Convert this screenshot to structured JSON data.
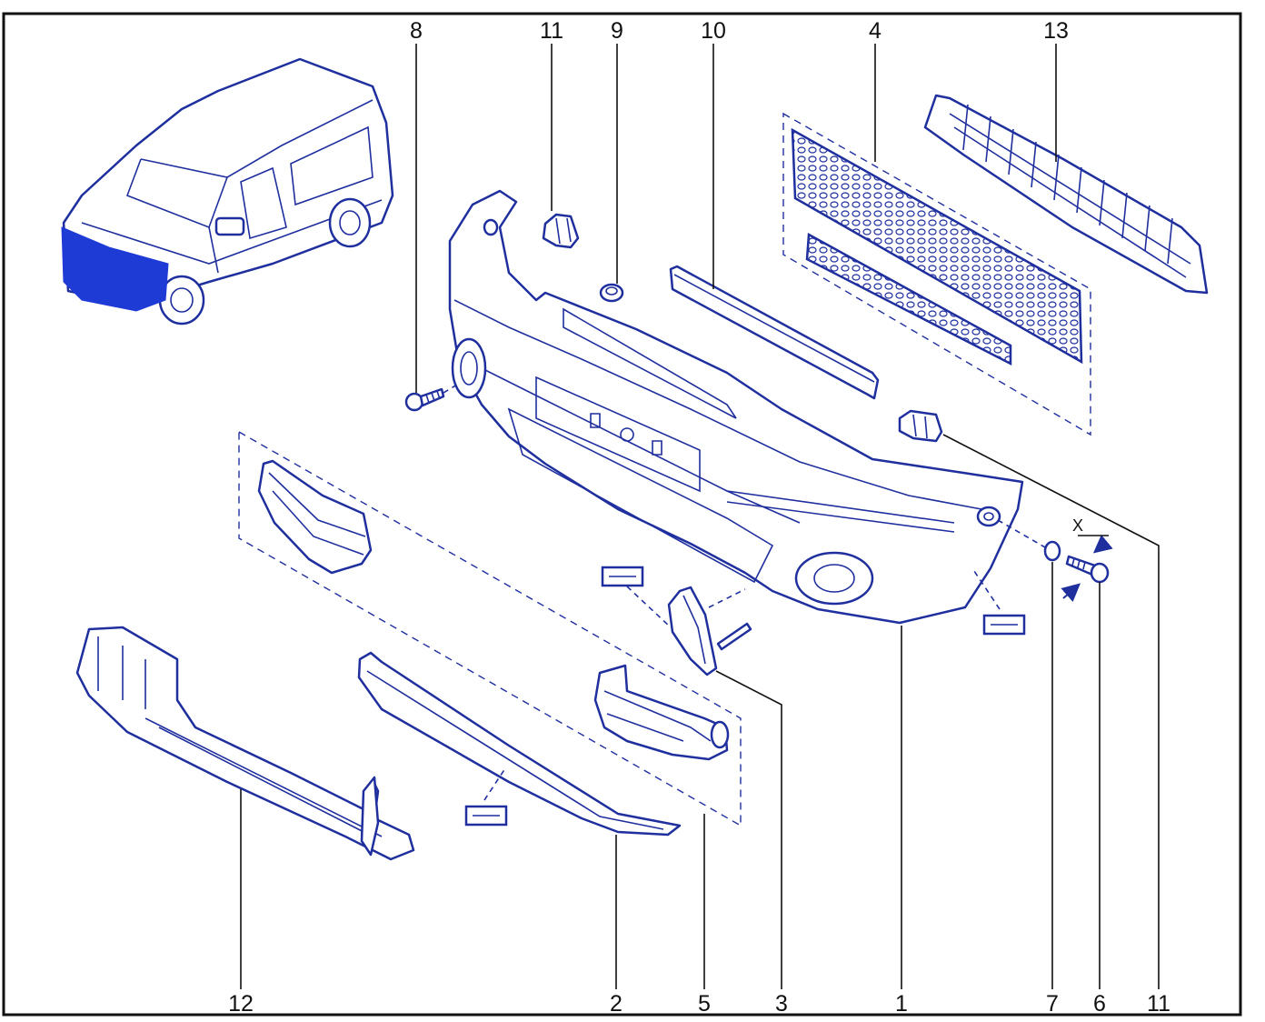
{
  "diagram": {
    "part_numbers": {
      "p1": "1",
      "p2": "2",
      "p3": "3",
      "p4": "4",
      "p5": "5",
      "p6": "6",
      "p7": "7",
      "p8": "8",
      "p9": "9",
      "p10": "10",
      "p11_top": "11",
      "p11_bottom": "11",
      "p12": "12",
      "p13": "13"
    },
    "marker_x": "X",
    "colors": {
      "line": "#1f2f9e",
      "highlight": "#1f3bd6",
      "frame": "#111111"
    }
  }
}
